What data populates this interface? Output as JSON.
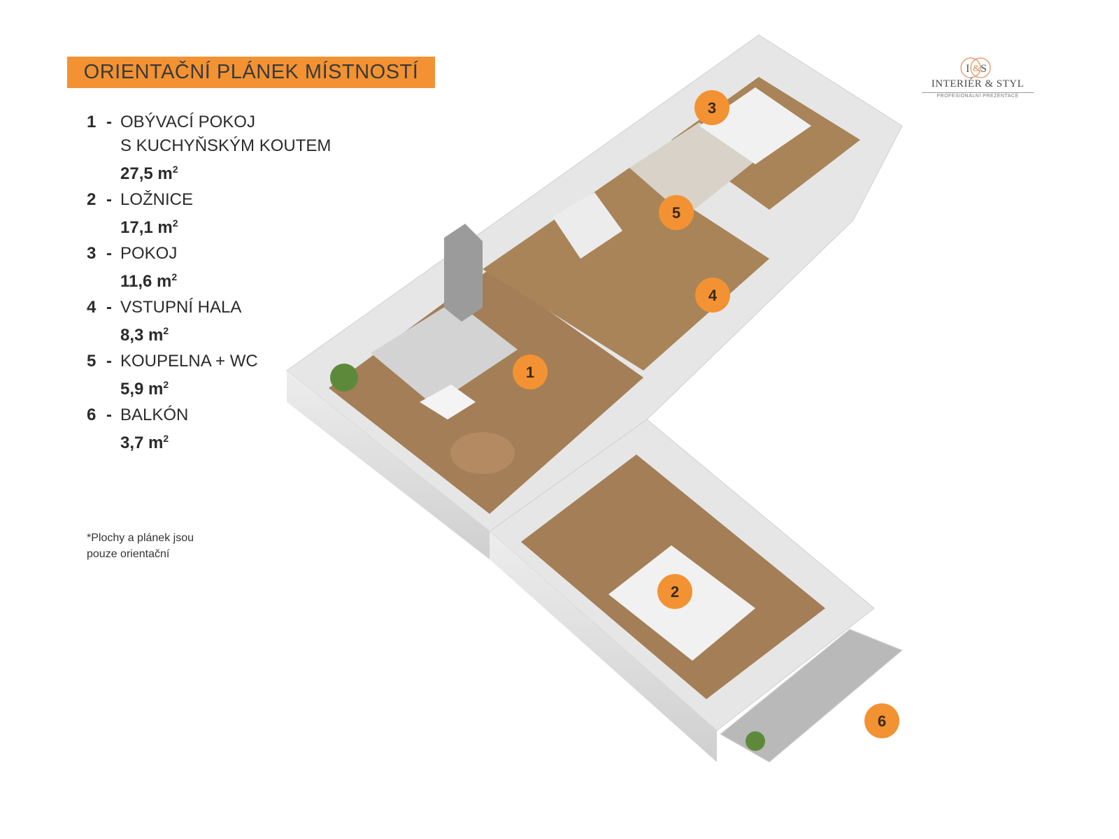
{
  "title": "ORIENTAČNÍ PLÁNEK MÍSTNOSTÍ",
  "colors": {
    "accent": "#f39232",
    "wall": "#e2e2e2",
    "floor": "#a47e56",
    "background": "#ffffff"
  },
  "rooms": [
    {
      "number": "1",
      "name": "OBÝVACÍ POKOJ",
      "name2": "S KUCHYŇSKÝM KOUTEM",
      "area": "27,5 m",
      "unit_sup": "2"
    },
    {
      "number": "2",
      "name": "LOŽNICE",
      "name2": "",
      "area": "17,1 m",
      "unit_sup": "2"
    },
    {
      "number": "3",
      "name": "POKOJ",
      "name2": "",
      "area": "11,6 m",
      "unit_sup": "2"
    },
    {
      "number": "4",
      "name": "VSTUPNÍ HALA",
      "name2": "",
      "area": "8,3 m",
      "unit_sup": "2"
    },
    {
      "number": "5",
      "name": "KOUPELNA + WC",
      "name2": "",
      "area": "5,9 m",
      "unit_sup": "2"
    },
    {
      "number": "6",
      "name": "BALKÓN",
      "name2": "",
      "area": "3,7 m",
      "unit_sup": "2"
    }
  ],
  "note_line1": "*Plochy  a plánek jsou",
  "note_line2": "pouze orientační",
  "logo": {
    "monogram_left": "I",
    "monogram_right": "S",
    "name": "INTERIÉR & STYL",
    "tagline": "PROFESIONÁLNÍ PREZENTACE"
  },
  "badges": [
    "1",
    "2",
    "3",
    "4",
    "5",
    "6"
  ]
}
